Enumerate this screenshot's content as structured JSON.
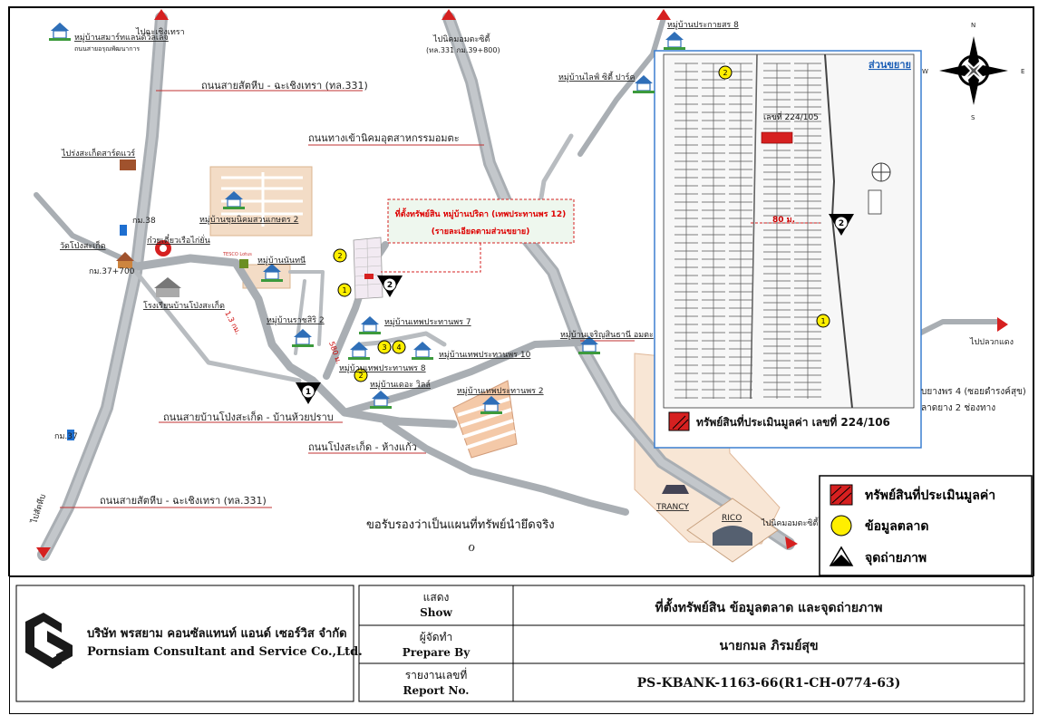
{
  "compass": {
    "n": "N",
    "s": "S",
    "e": "E",
    "w": "W"
  },
  "places": {
    "samart_land": "หมู่บ้านสมาร์ทแลนด์วิลเลจ",
    "samart_road": "ถนนสายอรุณพัฒนาการ",
    "to_chachoengsao_top": "ไปฉะเชิงเทรา",
    "to_amata_top": "ไปนิคมอมตะซิตี้",
    "to_amata_top_sub": "(ทล.331 กม.39+800)",
    "prakaisorn": "หมู่บ้านประกายสร 8",
    "life_city": "หมู่บ้านไลฟ์ ซิตี้ ปาร์ค",
    "road_331_upper": "ถนนสายสัตหีบ - ฉะเชิงเทรา (ทล.331)",
    "road_industrial": "ถนนทางเข้านิคมอุตสาหกรรมอมตะ",
    "to_pong_market": "ไปร่งสะเก็ดสาร์ดแวร์",
    "suan_kaset": "หมู่บ้านชุมนิคมสวนเกษตร 2",
    "km38": "กม.38",
    "noodle": "ก๋วยเตี๋ยวเรือไก่ยั่น",
    "wat": "วัดโป่งสะเก็ด",
    "tesco": "TESCO Lotus",
    "nanthani": "หมู่บ้านนันทนี",
    "km37_700": "กม.37+700",
    "school": "โรงเรียนบ้านโป่งสะเก็ด",
    "dist_13": "1.3 กม.",
    "rachsiri": "หมู่บ้านราชสิริ 2",
    "dist_580": "580 ม.",
    "tep7": "หมู่บ้านเทพประทานพร 7",
    "tep10": "หมู่บ้านเทพประทานพร 10",
    "tep8": "หมู่บ้านเทพประทานพร 8",
    "dcity": "หมู่บ้านเดอะ วิลล์",
    "tep2": "หมู่บ้านเทพประทานพร 2",
    "charoen": "หมู่บ้านเจริญสินธานี อมตะ",
    "road_pong_huay": "ถนนสายบ้านโป่งสะเก็ด - บ้านห้วยปราบ",
    "road_pong_hang": "ถนนโป่งสะเก็ด - ห้างแก้ว",
    "km37": "กม.37",
    "road_331_lower": "ถนนสายสัตหีบ - ฉะเชิงเทรา (ทล.331)",
    "to_bottom_left": "ไปสัตหีบ",
    "to_plakdaeng": "ไปปลวกแดง",
    "soi_tep4": "บยางพร 4 (ซอยดำรงค์สุข)",
    "soi_lanes": "ลาดยาง 2 ช่องทาง",
    "trancy": "TRANCY",
    "rico": "RICO",
    "to_amata_bottom": "ไปนิคมอมตะซิตี้",
    "certify": "ขอรับรองว่าเป็นแผนที่ทรัพย์นำยึดจริง",
    "signature": "ℴ"
  },
  "callout": {
    "line1": "ที่ตั้งทรัพย์สิน หมู่บ้านปริดา (เทพประทานพร 12)",
    "line2": "(รายละเอียดตามส่วนขยาย)"
  },
  "markers": {
    "photo_points": [
      "1",
      "2"
    ],
    "market_points": [
      "1",
      "2",
      "3",
      "4"
    ]
  },
  "inset": {
    "title": "ส่วนขยาย",
    "parcel_label": "เลขที่ 224/105",
    "distance": "80 ม.",
    "legend": "ทรัพย์สินที่ประเมินมูลค่า เลขที่ 224/106"
  },
  "legend": {
    "items": [
      {
        "label": "ทรัพย์สินที่ประเมินมูลค่า"
      },
      {
        "label": "ข้อมูลตลาด"
      },
      {
        "label": "จุดถ่ายภาพ"
      }
    ]
  },
  "footer": {
    "company_th": "บริษัท พรสยาม คอนซัลแทนท์ แอนด์ เซอร์วิส จำกัด",
    "company_en": "Pornsiam Consultant and Service Co.,Ltd.",
    "rows": [
      {
        "label_th": "แสดง",
        "label_en": "Show",
        "value": "ที่ตั้งทรัพย์สิน ข้อมูลตลาด และจุดถ่ายภาพ"
      },
      {
        "label_th": "ผู้จัดทำ",
        "label_en": "Prepare By",
        "value": "นายกมล ภิรมย์สุข"
      },
      {
        "label_th": "รายงานเลขที่",
        "label_en": "Report No.",
        "value": "PS-KBANK-1163-66(R1-CH-0774-63)"
      }
    ]
  },
  "colors": {
    "road": "#a9aeb3",
    "red": "#d62020",
    "yellow": "#ffef00",
    "salmon": "#f4c9a8",
    "tan": "#efd4bb"
  }
}
